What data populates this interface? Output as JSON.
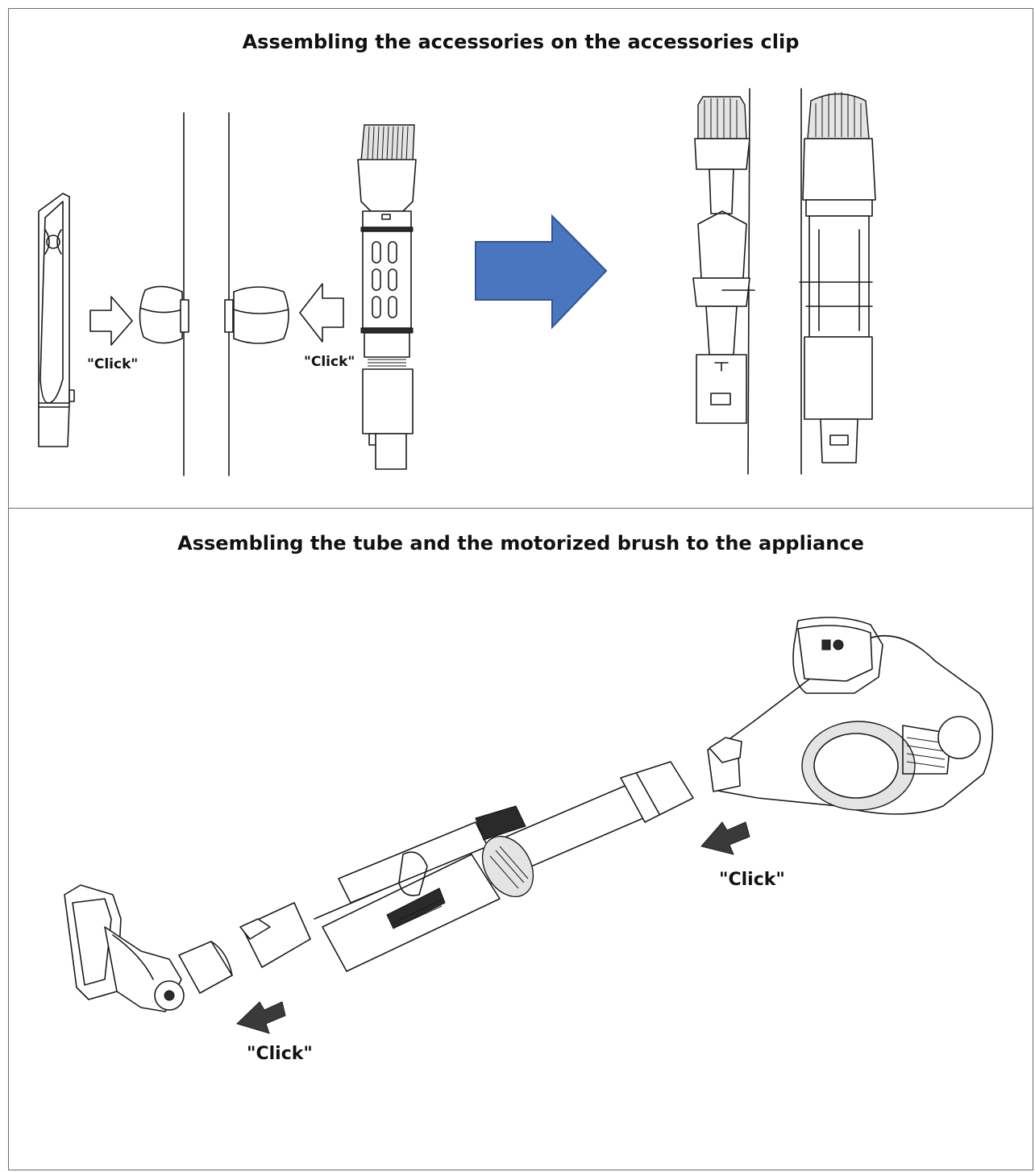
{
  "panels": [
    {
      "title": "Assembling the accessories on the accessories clip",
      "labels": [
        "\"Click\"",
        "\"Click\""
      ]
    },
    {
      "title": "Assembling the tube and the motorized brush to the appliance",
      "labels": [
        "\"Click\"",
        "\"Click\""
      ]
    }
  ],
  "colors": {
    "arrow_fill": "#4a76c0",
    "arrow_stroke": "#2f5597",
    "border": "#6a6a6a"
  }
}
